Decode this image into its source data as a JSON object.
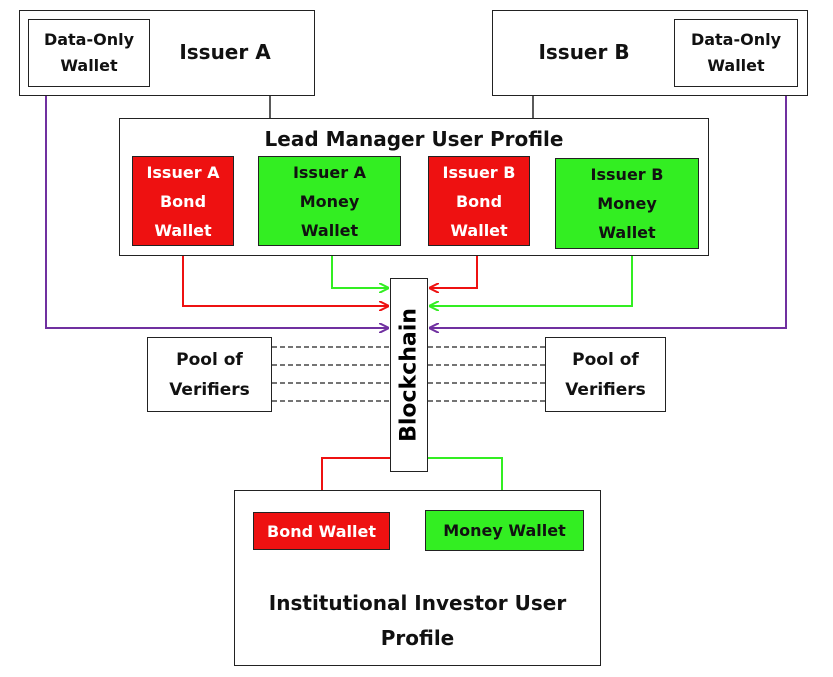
{
  "issuer_a": {
    "title": "Issuer A",
    "data_wallet": "Data-Only\nWallet"
  },
  "issuer_b": {
    "title": "Issuer B",
    "data_wallet": "Data-Only\nWallet"
  },
  "lead_manager": {
    "title": "Lead Manager User Profile",
    "wallets": [
      {
        "label": "Issuer A\nBond\nWallet",
        "type": "bond"
      },
      {
        "label": "Issuer A\nMoney\nWallet",
        "type": "money"
      },
      {
        "label": "Issuer B\nBond\nWallet",
        "type": "bond"
      },
      {
        "label": "Issuer B\nMoney\nWallet",
        "type": "money"
      }
    ]
  },
  "blockchain": {
    "label": "Blockchain"
  },
  "verifiers_left": {
    "label": "Pool of\nVerifiers"
  },
  "verifiers_right": {
    "label": "Pool of\nVerifiers"
  },
  "investor": {
    "title": "Institutional Investor User\nProfile",
    "bond_wallet": "Bond Wallet",
    "money_wallet": "Money Wallet"
  },
  "colors": {
    "bond": "#ee1111",
    "money": "#33ee22",
    "data": "#7030a0",
    "line": "#222222"
  }
}
